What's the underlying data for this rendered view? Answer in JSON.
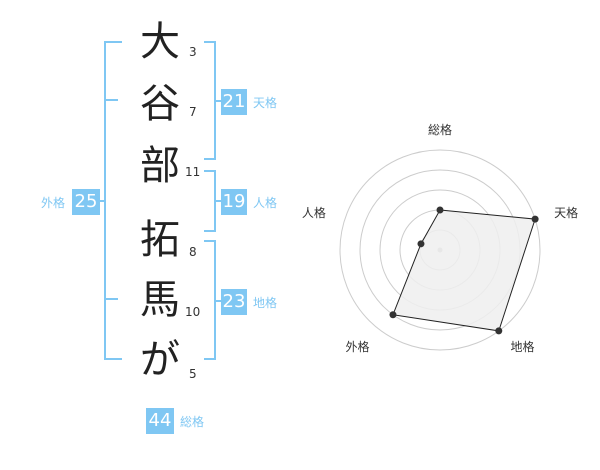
{
  "name_chars": [
    {
      "char": "大",
      "strokes": "3"
    },
    {
      "char": "谷",
      "strokes": "7"
    },
    {
      "char": "部",
      "strokes": "11"
    },
    {
      "char": "拓",
      "strokes": "8"
    },
    {
      "char": "馬",
      "strokes": "10"
    },
    {
      "char": "が",
      "strokes": "5"
    }
  ],
  "fortunes": {
    "tenkaku": {
      "label": "天格",
      "value": "21"
    },
    "jinkaku": {
      "label": "人格",
      "value": "19"
    },
    "chikaku": {
      "label": "地格",
      "value": "23"
    },
    "gaikaku": {
      "label": "外格",
      "value": "25"
    },
    "soukaku": {
      "label": "総格",
      "value": "44"
    }
  },
  "radar": {
    "axes": [
      "総格",
      "天格",
      "地格",
      "外格",
      "人格"
    ],
    "max": 5,
    "values": [
      2,
      5,
      5,
      4,
      1
    ],
    "fill": "#eeeeee",
    "stroke": "#222222",
    "grid": "#cccccc",
    "accent": "#7fc7f3"
  }
}
